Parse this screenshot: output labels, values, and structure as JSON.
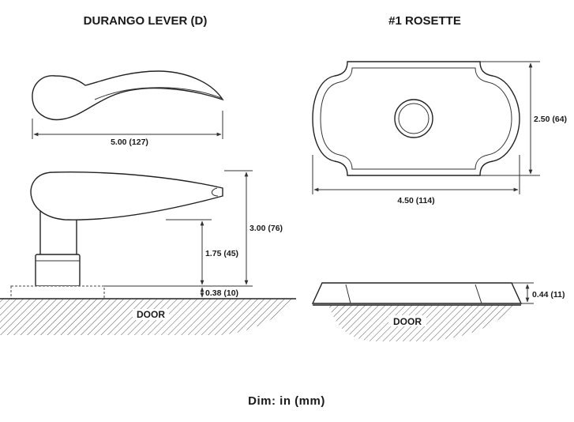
{
  "lever": {
    "title": "DURANGO LEVER (D)",
    "dim_length": "5.00 (127)",
    "dim_height": "3.00 (76)",
    "dim_projection": "1.75 (45)",
    "dim_base": "0.38 (10)",
    "door_label": "DOOR"
  },
  "rosette": {
    "title": "#1 ROSETTE",
    "dim_height": "2.50 (64)",
    "dim_width": "4.50 (114)",
    "dim_thickness": "0.44 (11)",
    "door_label": "DOOR"
  },
  "footer": {
    "units_note": "Dim: in (mm)"
  }
}
